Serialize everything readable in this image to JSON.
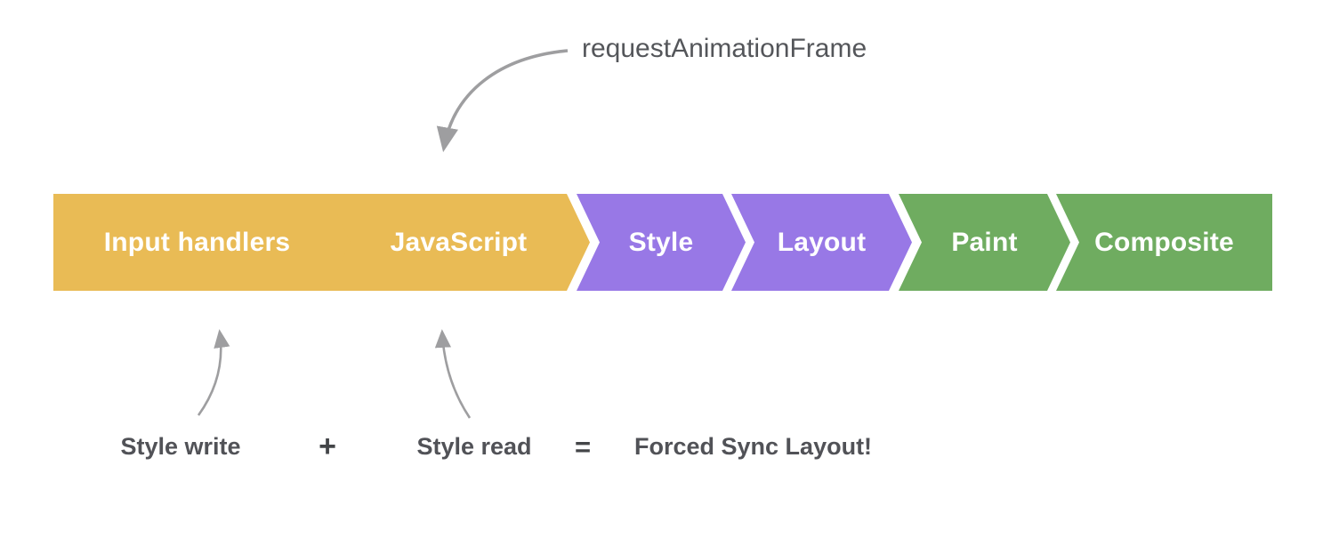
{
  "canvas": {
    "background": "#ffffff"
  },
  "pipeline": {
    "label_color": "#ffffff",
    "segments": [
      {
        "label": "Input handlers",
        "color": "#e9bb55"
      },
      {
        "label": "JavaScript",
        "color": "#e9bb55"
      },
      {
        "label": "Style",
        "color": "#9878e6"
      },
      {
        "label": "Layout",
        "color": "#9878e6"
      },
      {
        "label": "Paint",
        "color": "#6fac60"
      },
      {
        "label": "Composite",
        "color": "#6fac60"
      }
    ]
  },
  "annotations": {
    "raf_label": "requestAnimationFrame",
    "equation": {
      "style_write": "Style write",
      "plus": "+",
      "style_read": "Style read",
      "equals": "=",
      "result": "Forced Sync Layout!"
    },
    "arrow_color": "#9e9ea0",
    "text_color": "#54565a"
  }
}
